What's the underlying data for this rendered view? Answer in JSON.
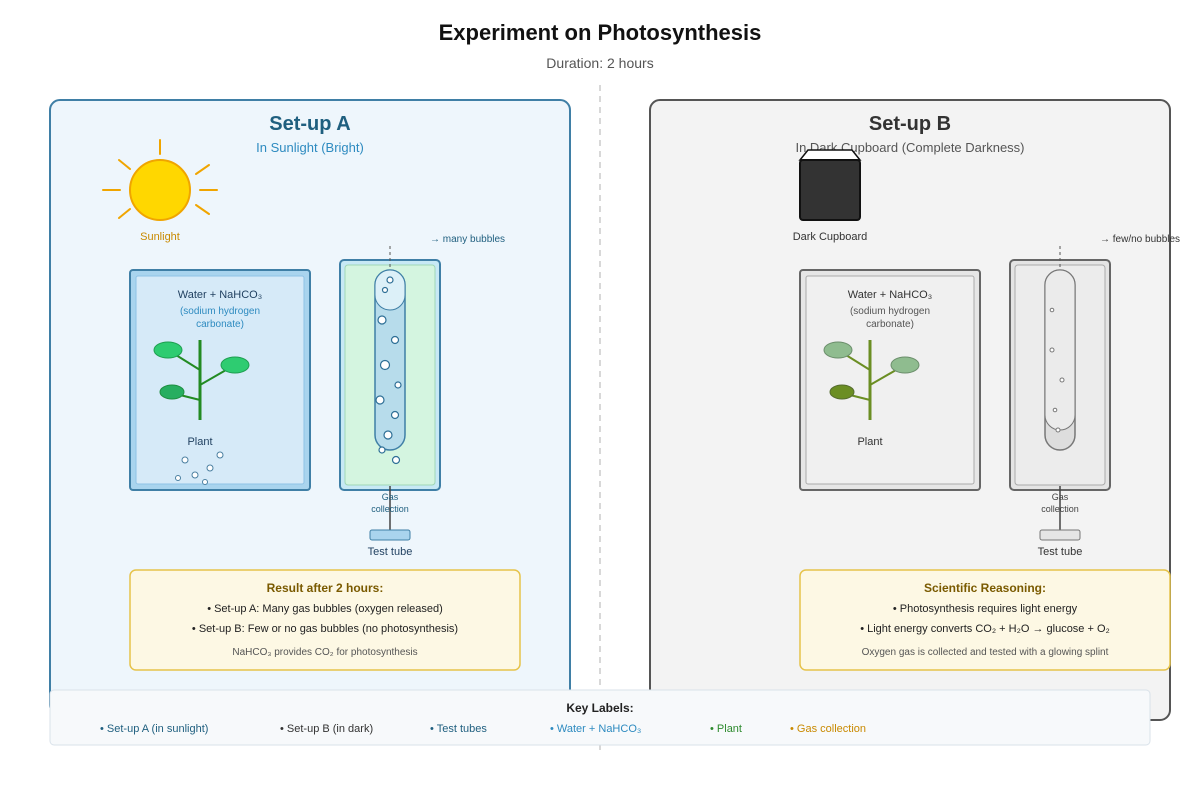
{
  "title": "Experiment on Photosynthesis",
  "subtitle": "Duration: 2 hours",
  "setup_a": {
    "title": "Set-up A",
    "condition": "In Sunlight (Bright)",
    "sun_label": "Sunlight",
    "bubbles_label": "→ many bubbles",
    "beaker": {
      "line1": "Water + NaHCO₃",
      "line2": "(sodium hydrogen",
      "line3": "carbonate)",
      "plant_label": "Plant"
    },
    "gas_line1": "Gas",
    "gas_line2": "collection",
    "tube_label": "Test tube",
    "result": {
      "heading": "Result after 2 hours:",
      "line1": "• Set-up A: Many gas bubbles (oxygen released)",
      "line2": "• Set-up B: Few or no gas bubbles (no photosynthesis)",
      "note": "NaHCO₃ provides CO₂ for photosynthesis"
    }
  },
  "setup_b": {
    "title": "Set-up B",
    "condition": "In Dark Cupboard (Complete Darkness)",
    "cupboard_label": "Dark Cupboard",
    "bubbles_label": "→ few/no bubbles",
    "beaker": {
      "line1": "Water + NaHCO₃",
      "line2": "(sodium hydrogen",
      "line3": "carbonate)",
      "plant_label": "Plant"
    },
    "gas_line1": "Gas",
    "gas_line2": "collection",
    "tube_label": "Test tube",
    "reasoning": {
      "heading": "Scientific Reasoning:",
      "line1": "• Photosynthesis requires light energy",
      "line2": "• Light energy converts CO₂ + H₂O → glucose + O₂",
      "note": "Oxygen gas is collected and tested with a glowing splint"
    }
  },
  "key": {
    "heading": "Key Labels:",
    "items": [
      {
        "label": "• Set-up A (in sunlight)",
        "color": "#1f5f7f"
      },
      {
        "label": "• Set-up B (in dark)",
        "color": "#333333"
      },
      {
        "label": "• Test tubes",
        "color": "#1f5f7f"
      },
      {
        "label": "• Water + NaHCO₃",
        "color": "#2e8bc0"
      },
      {
        "label": "• Plant",
        "color": "#2e8b2e"
      },
      {
        "label": "• Gas collection",
        "color": "#c98a00"
      }
    ]
  },
  "colors": {
    "setup_a_border": "#3f7fa6",
    "setup_a_bg": "#eef6fc",
    "setup_b_border": "#555555",
    "setup_b_bg": "#f3f3f3",
    "sun": "#ffd700",
    "leaf": "#2ecc71",
    "stem": "#228b22",
    "result_bg": "#fdf8e4",
    "result_border": "#e6c34a"
  }
}
